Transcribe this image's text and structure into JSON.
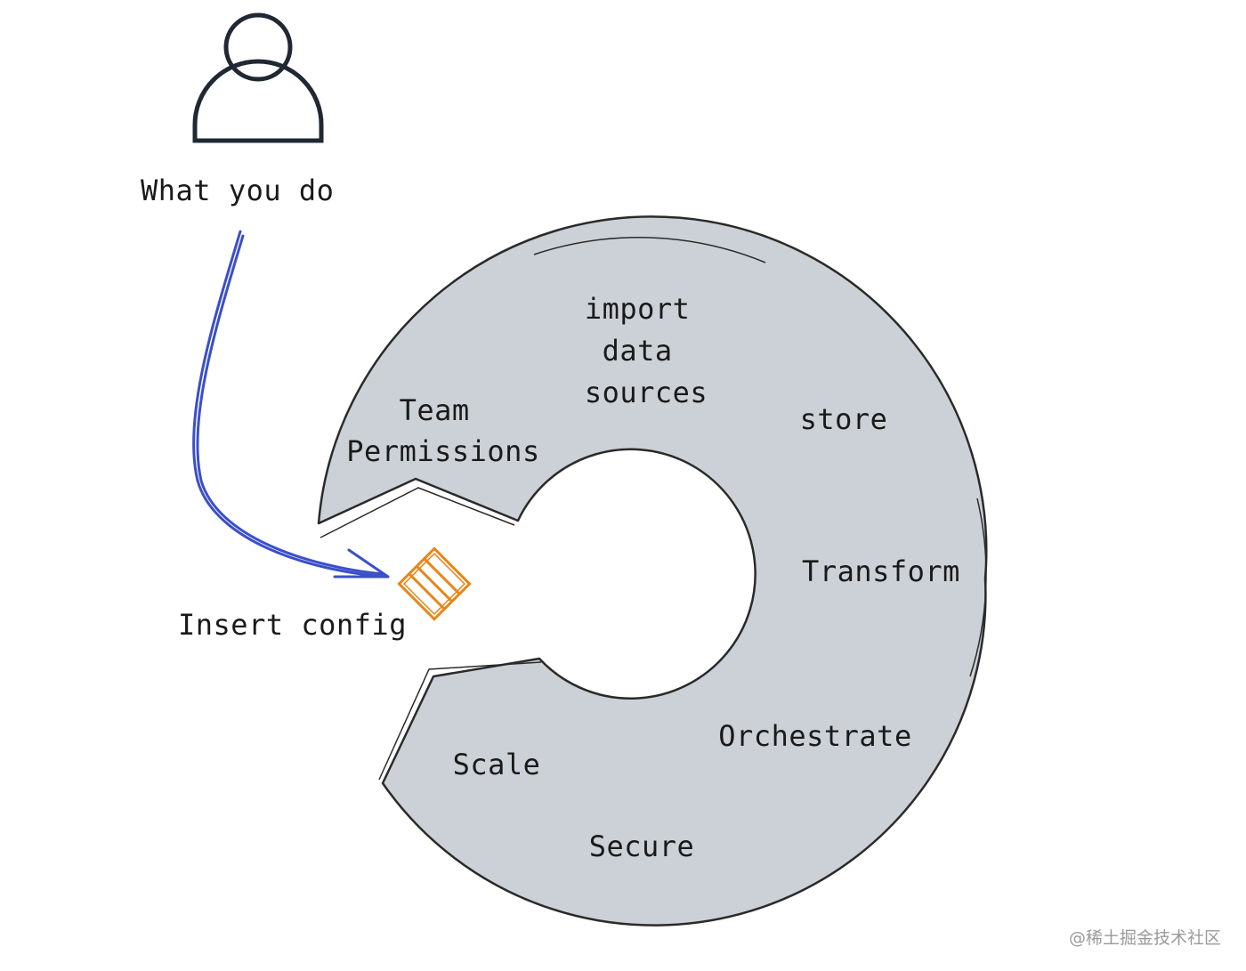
{
  "user": {
    "label": "What you do",
    "icon": "person-icon"
  },
  "config": {
    "label": "Insert config",
    "icon": "config-file-icon"
  },
  "ring": {
    "segments": [
      {
        "id": "team-permissions",
        "lines": [
          "Team",
          "Permissions"
        ]
      },
      {
        "id": "import-data-sources",
        "lines": [
          "import",
          "data",
          "sources"
        ]
      },
      {
        "id": "store",
        "lines": [
          "store"
        ]
      },
      {
        "id": "transform",
        "lines": [
          "Transform"
        ]
      },
      {
        "id": "orchestrate",
        "lines": [
          "Orchestrate"
        ]
      },
      {
        "id": "secure",
        "lines": [
          "Secure"
        ]
      },
      {
        "id": "scale",
        "lines": [
          "Scale"
        ]
      }
    ]
  },
  "watermark": "@稀土掘金技术社区",
  "colors": {
    "ring_fill": "#ccd1d7",
    "ink": "#1a1a1a",
    "arrow": "#3b4fc8",
    "config": "#e8861a"
  }
}
